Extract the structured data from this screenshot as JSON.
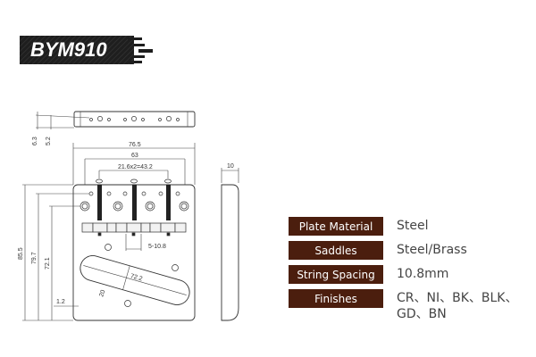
{
  "badge": {
    "model": "BYM910",
    "bg_color": "#1e1e1e"
  },
  "dimensions": {
    "plate_width": "76.5",
    "post_spacing": "63",
    "string_span": "21.6x2=43.2",
    "side_thickness": "10",
    "top_h1": "6.3",
    "top_h2": "5.2",
    "plate_length": "85.5",
    "hole_1": "79.7",
    "hole_2": "72.1",
    "pickup_len": "72.2",
    "pickup_w": "20",
    "saddle_adjust": "5-10.8",
    "edge": "1.2"
  },
  "specs": [
    {
      "label": "Plate Material",
      "value": "Steel"
    },
    {
      "label": "Saddles",
      "value": "Steel/Brass"
    },
    {
      "label": "String Spacing",
      "value": "10.8mm"
    },
    {
      "label": "Finishes",
      "value": "CR、NI、BK、BLK、GD、BN"
    }
  ],
  "colors": {
    "label_bg": "#4b1e0e",
    "value_text": "#444444"
  }
}
